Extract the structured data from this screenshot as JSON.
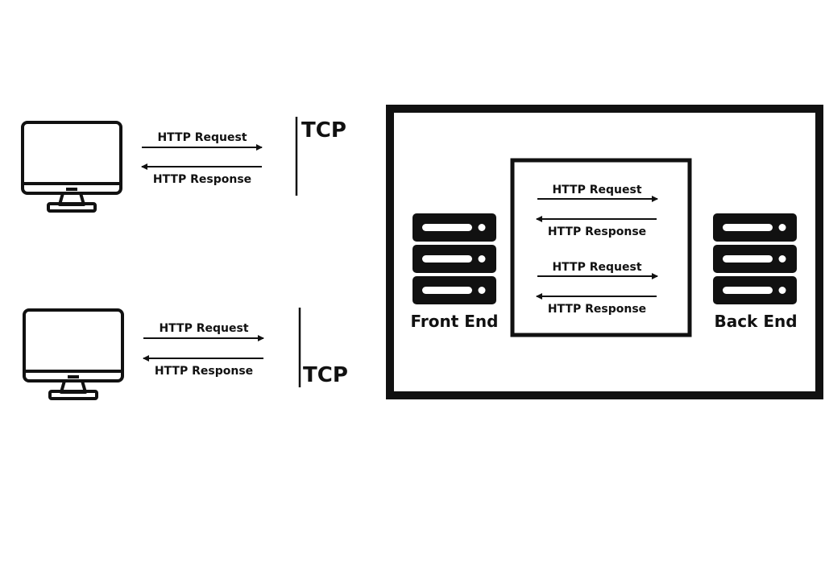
{
  "clients": [
    {
      "request_label": "HTTP Request",
      "response_label": "HTTP Response",
      "protocol_label": "TCP"
    },
    {
      "request_label": "HTTP Request",
      "response_label": "HTTP Response",
      "protocol_label": "TCP"
    }
  ],
  "server_system": {
    "front_end_label": "Front End",
    "back_end_label": "Back End",
    "exchanges": [
      {
        "request_label": "HTTP Request",
        "response_label": "HTTP Response"
      },
      {
        "request_label": "HTTP Request",
        "response_label": "HTTP Response"
      }
    ]
  },
  "colors": {
    "stroke": "#111111",
    "background": "#ffffff"
  }
}
